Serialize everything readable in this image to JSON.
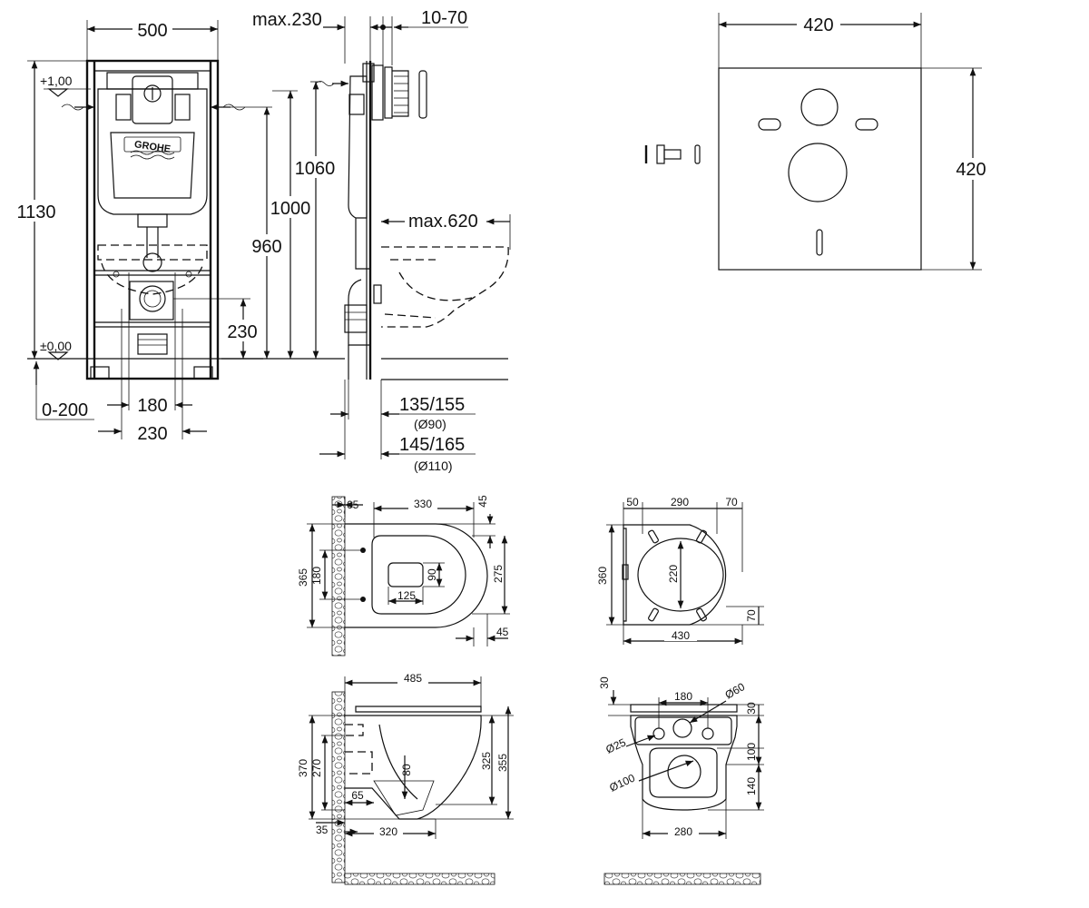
{
  "brand_logo_text": "GROHE",
  "frame_front": {
    "width": "500",
    "height": "1130",
    "level_top": "+1,00",
    "level_zero": "±0,00",
    "h1060": "1060",
    "h1000": "1000",
    "h960": "960",
    "h230": "230",
    "floor_adj": "0-200",
    "w180": "180",
    "w230": "230"
  },
  "frame_side": {
    "max230": "max.230",
    "range10_70": "10-70",
    "max620": "max.620",
    "d135_155": "135/155",
    "phi90": "(Ø90)",
    "d145_165": "145/165",
    "phi110": "(Ø110)"
  },
  "plate": {
    "width": "420",
    "height": "420"
  },
  "bowl_top": {
    "d65": "65",
    "d330": "330",
    "d45a": "45",
    "d365": "365",
    "d180": "180",
    "d90": "90",
    "d275": "275",
    "d125": "125",
    "d45b": "45"
  },
  "seat": {
    "d50": "50",
    "d290": "290",
    "d70a": "70",
    "d360": "360",
    "d220": "220",
    "d70b": "70",
    "d430": "430"
  },
  "bowl_side": {
    "d485": "485",
    "d370": "370",
    "d270": "270",
    "d80": "80",
    "d325": "325",
    "d355": "355",
    "d65": "65",
    "d35": "35",
    "d320": "320"
  },
  "bowl_back": {
    "d30a": "30",
    "d180": "180",
    "phi60": "Ø60",
    "d30b": "30",
    "phi25": "Ø25",
    "d100": "100",
    "phi100": "Ø100",
    "d140": "140",
    "d280": "280"
  }
}
